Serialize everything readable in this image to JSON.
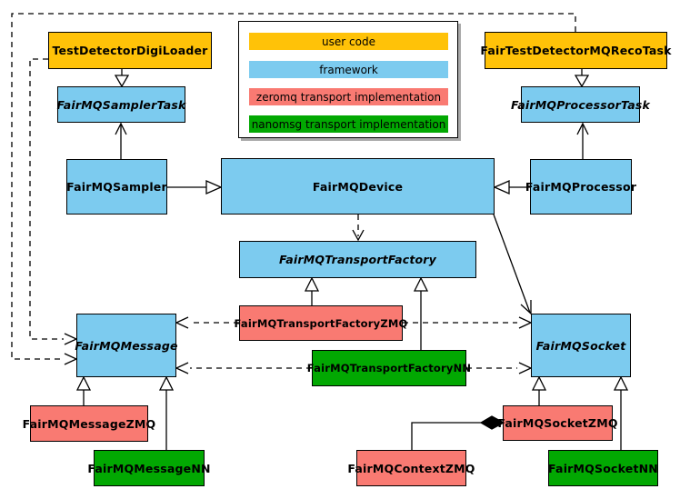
{
  "colors": {
    "user_code": "#FFC208",
    "framework": "#7CCBEF",
    "zeromq": "#F97A72",
    "nanomsg": "#02A802",
    "line": "#000000",
    "background": "#FFFFFF"
  },
  "legend": {
    "items": [
      {
        "label": "user code",
        "category": "user_code"
      },
      {
        "label": "framework",
        "category": "framework"
      },
      {
        "label": "zeromq transport implementation",
        "category": "zeromq"
      },
      {
        "label": "nanomsg transport implementation",
        "category": "nanomsg"
      }
    ]
  },
  "nodes": {
    "digi_loader": {
      "label": "TestDetectorDigiLoader",
      "category": "user_code",
      "abstract": false
    },
    "reco_task": {
      "label": "FairTestDetectorMQRecoTask",
      "category": "user_code",
      "abstract": false
    },
    "sampler_task": {
      "label": "FairMQSamplerTask",
      "category": "framework",
      "abstract": true
    },
    "processor_task": {
      "label": "FairMQProcessorTask",
      "category": "framework",
      "abstract": true
    },
    "sampler": {
      "label": "FairMQSampler",
      "category": "framework",
      "abstract": false
    },
    "device": {
      "label": "FairMQDevice",
      "category": "framework",
      "abstract": false
    },
    "processor": {
      "label": "FairMQProcessor",
      "category": "framework",
      "abstract": false
    },
    "transport_factory": {
      "label": "FairMQTransportFactory",
      "category": "framework",
      "abstract": true
    },
    "transport_factory_zmq": {
      "label": "FairMQTransportFactoryZMQ",
      "category": "zeromq",
      "abstract": false
    },
    "transport_factory_nn": {
      "label": "FairMQTransportFactoryNN",
      "category": "nanomsg",
      "abstract": false
    },
    "message": {
      "label": "FairMQMessage",
      "category": "framework",
      "abstract": true
    },
    "socket": {
      "label": "FairMQSocket",
      "category": "framework",
      "abstract": true
    },
    "message_zmq": {
      "label": "FairMQMessageZMQ",
      "category": "zeromq",
      "abstract": false
    },
    "message_nn": {
      "label": "FairMQMessageNN",
      "category": "nanomsg",
      "abstract": false
    },
    "context_zmq": {
      "label": "FairMQContextZMQ",
      "category": "zeromq",
      "abstract": false
    },
    "socket_zmq": {
      "label": "FairMQSocketZMQ",
      "category": "zeromq",
      "abstract": false
    },
    "socket_nn": {
      "label": "FairMQSocketNN",
      "category": "nanomsg",
      "abstract": false
    }
  },
  "edges": [
    {
      "source": "digi_loader",
      "target": "sampler_task",
      "line": "solid",
      "arrow": "hollow-triangle"
    },
    {
      "source": "reco_task",
      "target": "processor_task",
      "line": "solid",
      "arrow": "hollow-triangle"
    },
    {
      "source": "sampler",
      "target": "sampler_task",
      "line": "solid",
      "arrow": "open-arrow"
    },
    {
      "source": "processor",
      "target": "processor_task",
      "line": "solid",
      "arrow": "open-arrow"
    },
    {
      "source": "sampler",
      "target": "device",
      "line": "solid",
      "arrow": "hollow-triangle"
    },
    {
      "source": "processor",
      "target": "device",
      "line": "solid",
      "arrow": "hollow-triangle"
    },
    {
      "source": "device",
      "target": "transport_factory",
      "line": "dashed",
      "arrow": "open-arrow"
    },
    {
      "source": "device",
      "target": "socket",
      "line": "solid",
      "arrow": "open-arrow"
    },
    {
      "source": "transport_factory_zmq",
      "target": "transport_factory",
      "line": "solid",
      "arrow": "hollow-triangle"
    },
    {
      "source": "transport_factory_nn",
      "target": "transport_factory",
      "line": "solid",
      "arrow": "hollow-triangle"
    },
    {
      "source": "transport_factory_zmq",
      "target": "message",
      "line": "dashed",
      "arrow": "open-arrow"
    },
    {
      "source": "transport_factory_nn",
      "target": "message",
      "line": "dashed",
      "arrow": "open-arrow"
    },
    {
      "source": "transport_factory_zmq",
      "target": "socket",
      "line": "dashed",
      "arrow": "open-arrow"
    },
    {
      "source": "transport_factory_nn",
      "target": "socket",
      "line": "dashed",
      "arrow": "open-arrow"
    },
    {
      "source": "digi_loader",
      "target": "message",
      "line": "dashed",
      "arrow": "open-arrow"
    },
    {
      "source": "reco_task",
      "target": "message",
      "line": "dashed",
      "arrow": "open-arrow"
    },
    {
      "source": "message_zmq",
      "target": "message",
      "line": "solid",
      "arrow": "hollow-triangle"
    },
    {
      "source": "message_nn",
      "target": "message",
      "line": "solid",
      "arrow": "hollow-triangle"
    },
    {
      "source": "socket_zmq",
      "target": "socket",
      "line": "solid",
      "arrow": "hollow-triangle"
    },
    {
      "source": "socket_nn",
      "target": "socket",
      "line": "solid",
      "arrow": "hollow-triangle"
    },
    {
      "source": "context_zmq",
      "target": "socket_zmq",
      "line": "solid",
      "arrow": "filled-diamond"
    }
  ]
}
